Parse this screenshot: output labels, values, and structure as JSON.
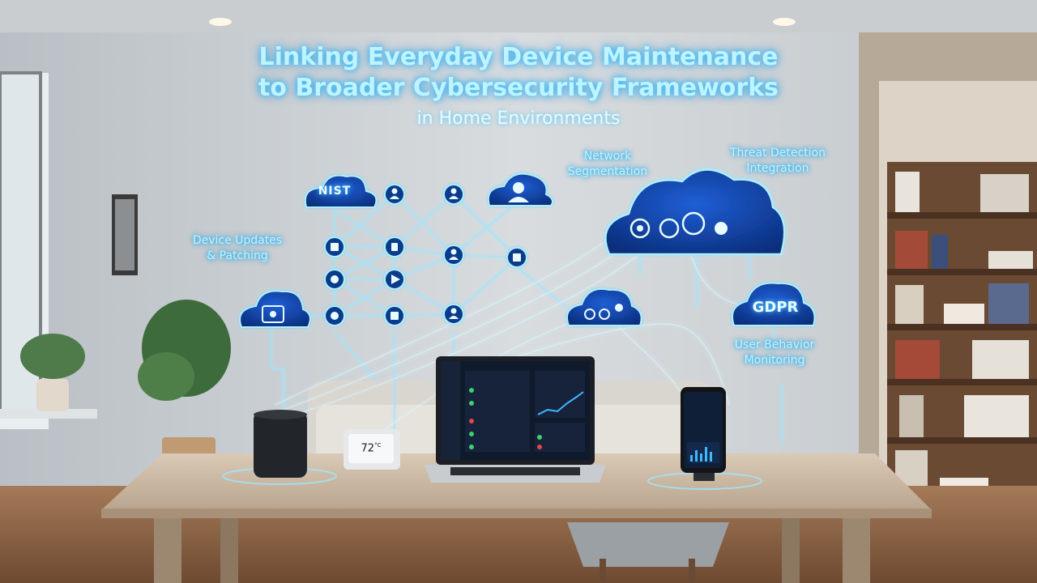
{
  "title": {
    "line1": "Linking Everyday Device Maintenance",
    "line2": "to Broader Cybersecurity Frameworks",
    "subtitle": "in Home Environments"
  },
  "labels": {
    "device_updates": [
      "Device Updates",
      "& Patching"
    ],
    "network_segmentation": [
      "Network",
      "Segmentation"
    ],
    "threat_detection": [
      "Threat Detection",
      "Integration"
    ],
    "user_behavior": [
      "User Behavior",
      "Monitoring"
    ]
  },
  "clouds": {
    "nist": "NIST",
    "gdpr": "GDPR"
  },
  "thermostat": {
    "temp": "72",
    "unit": "°C"
  },
  "colors": {
    "glow": "#3fc8ff",
    "node_fill": "#0b3b8c",
    "wall": "#cfd3d6"
  }
}
